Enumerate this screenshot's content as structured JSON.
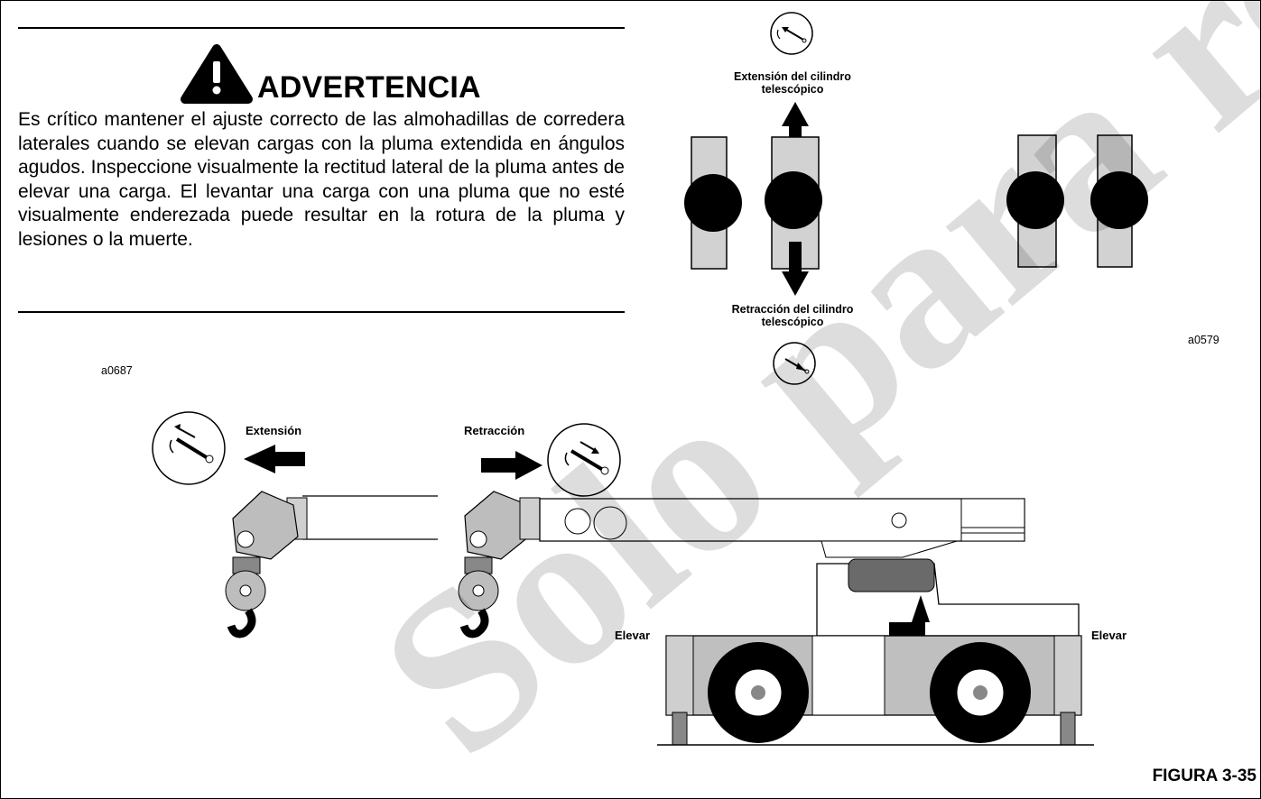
{
  "warning": {
    "title": "ADVERTENCIA",
    "body": "Es crítico mantener el ajuste correcto de las almohadillas de corredera laterales cuando se elevan cargas con la pluma extendida en ángulos agudos. Inspeccione visualmente la rectitud lateral de la pluma antes de elevar una carga. El levantar una carga con una pluma que no esté visualmente enderezada puede resultar en la rotura de la pluma y lesiones o la muerte."
  },
  "top_diagram": {
    "label_extension": "Extensión del cilindro telescópico",
    "label_retraction": "Retracción del cilindro telescópico",
    "code": "a0579"
  },
  "crane_diagram": {
    "code": "a0687",
    "label_extension": "Extensión",
    "label_retraction": "Retracción",
    "label_raise_left": "Elevar",
    "label_raise_right": "Elevar"
  },
  "figure_label": "FIGURA 3-35",
  "watermark": "Solo para referencia",
  "icons": [
    "warning-triangle-icon",
    "telescope-extend-icon",
    "telescope-retract-icon",
    "arrow-up-icon",
    "arrow-down-icon",
    "arrow-left-icon",
    "arrow-right-icon"
  ]
}
